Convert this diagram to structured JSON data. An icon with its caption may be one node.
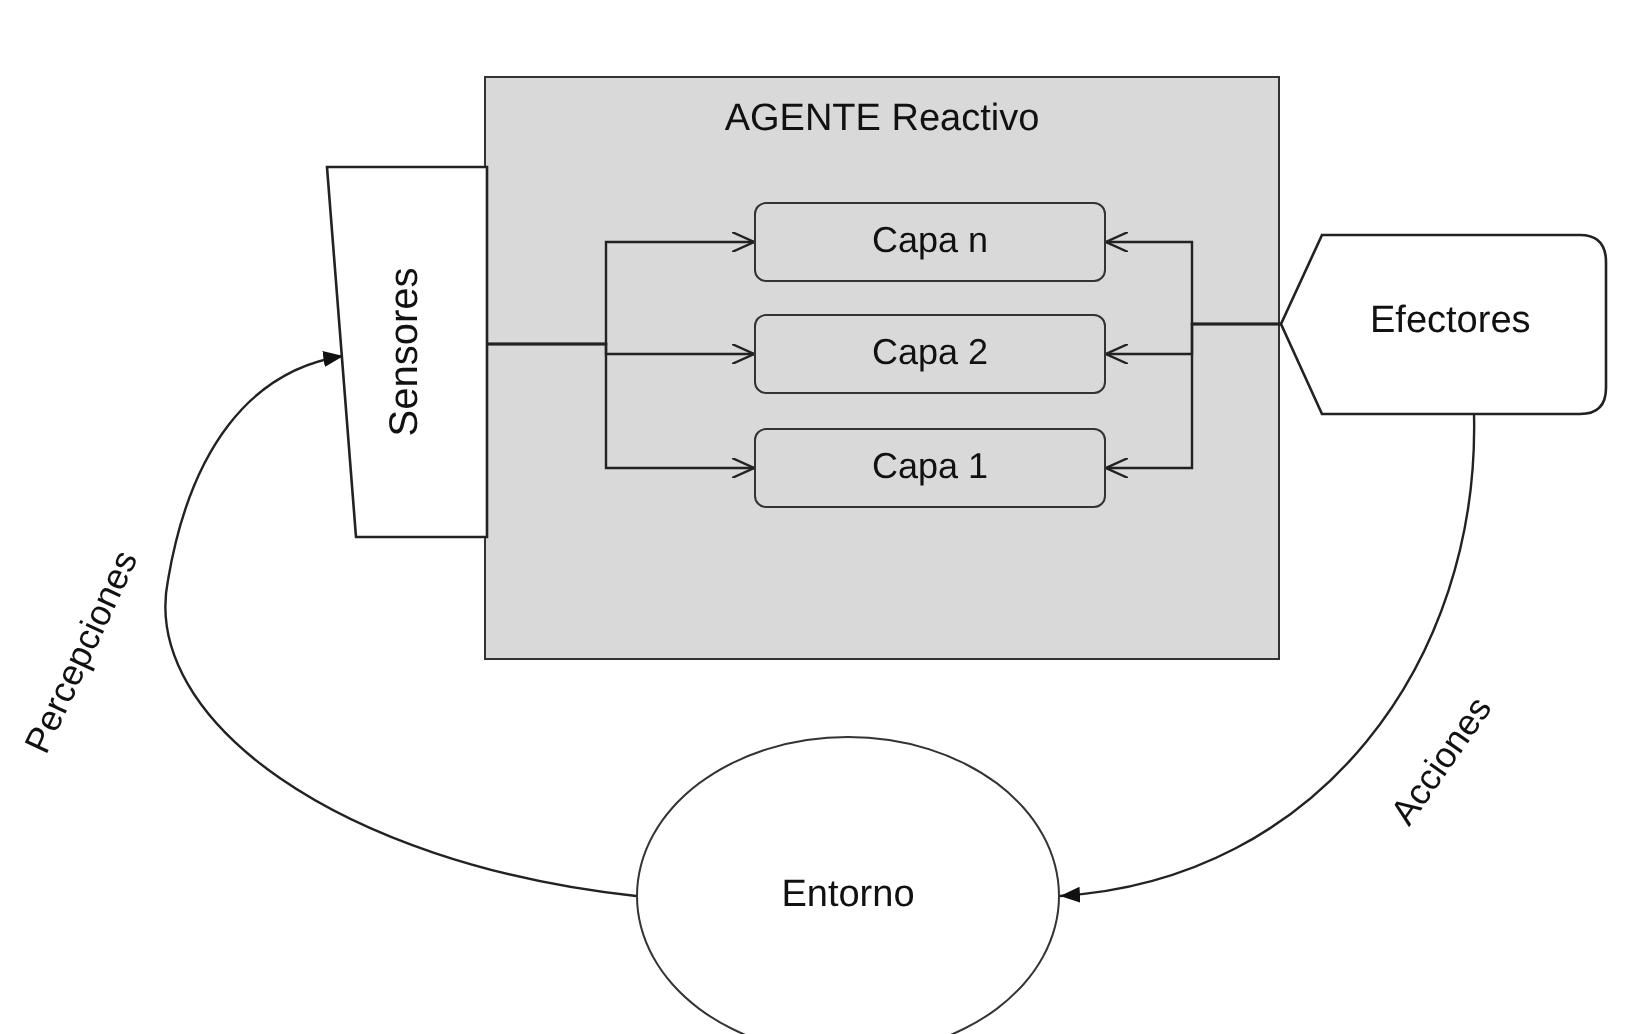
{
  "diagram": {
    "nodes": [
      {
        "text": [
          "AGENTE Reactivo"
        ]
      },
      {
        "text": [
          "Sensores"
        ]
      },
      {
        "text": [
          "Capa n"
        ],
        "in": 0
      },
      {
        "text": [
          "Capa 2"
        ],
        "in": 0
      },
      {
        "text": [
          "Capa 1"
        ],
        "in": 0
      },
      {
        "text": [
          "Efectores"
        ]
      },
      {
        "text": [
          "Entorno"
        ]
      }
    ],
    "edges": [
      {
        "from": 1,
        "to": 2,
        "arrow": "to"
      },
      {
        "from": 1,
        "to": 3,
        "arrow": "to"
      },
      {
        "from": 1,
        "to": 4,
        "arrow": "to"
      },
      {
        "from": 5,
        "to": 2,
        "arrow": "to"
      },
      {
        "from": 5,
        "to": 3,
        "arrow": "to"
      },
      {
        "from": 5,
        "to": 4,
        "arrow": "to"
      },
      {
        "from": 6,
        "to": 1,
        "arrow": "to",
        "label": "Percepciones"
      },
      {
        "from": 5,
        "to": 6,
        "arrow": "to",
        "label": "Acciones"
      }
    ]
  }
}
